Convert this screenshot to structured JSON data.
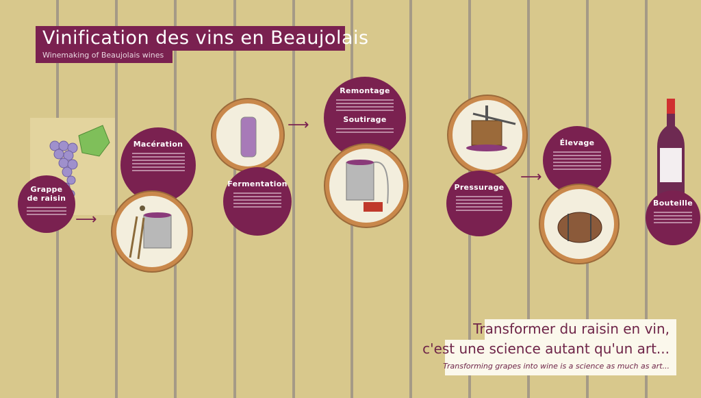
{
  "header": {
    "title": "Vinification des vins en Beaujolais",
    "subtitle": "Winemaking of Beaujolais wines"
  },
  "steps": [
    {
      "title": "Grappe de raisin",
      "icon": "grape-icon"
    },
    {
      "title": "Macération",
      "icon": "vat-ladder-icon"
    },
    {
      "title": "Fermentation",
      "icon": "test-tube-icon"
    },
    {
      "title": "Remontage",
      "icon": "tank-pump-icon"
    },
    {
      "title": "Soutirage",
      "icon": "tank-pump-icon"
    },
    {
      "title": "Pressurage",
      "icon": "wine-press-icon"
    },
    {
      "title": "Élevage",
      "icon": "barrel-icon"
    },
    {
      "title": "Bouteille",
      "icon": "wine-bottle-icon"
    }
  ],
  "quote": {
    "line1": "Transformer du raisin en vin,",
    "line2": "c'est une science autant qu'un art...",
    "translation": "Transforming grapes into wine is a science as much as art..."
  },
  "colors": {
    "background": "#d8c88c",
    "accent": "#7a2150",
    "plank": "#a59a86"
  }
}
